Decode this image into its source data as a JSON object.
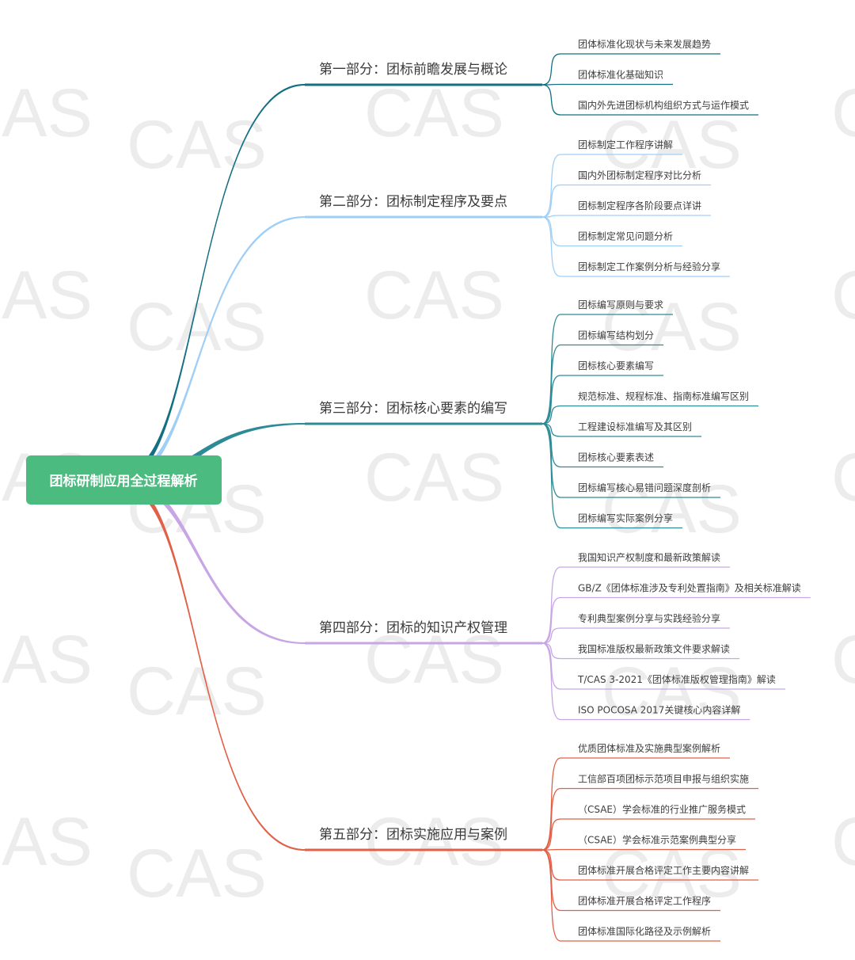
{
  "watermark": "CAS",
  "root": {
    "label": "团标研制应用全过程解析",
    "color": "#4cbb7f"
  },
  "branches": [
    {
      "label": "第一部分：团标前瞻发展与概论",
      "color": "#136f82",
      "leaves": [
        "团体标准化现状与未来发展趋势",
        "团体标准化基础知识",
        "国内外先进团标机构组织方式与运作模式"
      ]
    },
    {
      "label": "第二部分：团标制定程序及要点",
      "color": "#9fcff6",
      "leaves": [
        "团标制定工作程序讲解",
        "国内外团标制定程序对比分析",
        "团标制定程序各阶段要点详讲",
        "团标制定常见问题分析",
        "团标制定工作案例分析与经验分享"
      ]
    },
    {
      "label": "第三部分：团标核心要素的编写",
      "color": "#2e8b96",
      "leaves": [
        "团标编写原则与要求",
        "团标编写结构划分",
        "团标核心要素编写",
        "规范标准、规程标准、指南标准编写区别",
        "工程建设标准编写及其区别",
        "团标核心要素表述",
        "团标编写核心易错问题深度剖析",
        "团标编写实际案例分享"
      ]
    },
    {
      "label": "第四部分：团标的知识产权管理",
      "color": "#c8a6e6",
      "leaves": [
        "我国知识产权制度和最新政策解读",
        "GB/Z《团体标准涉及专利处置指南》及相关标准解读",
        "专利典型案例分享与实践经验分享",
        "我国标准版权最新政策文件要求解读",
        "T/CAS 3-2021《团体标准版权管理指南》解读",
        "ISO POCOSA 2017关键核心内容详解"
      ]
    },
    {
      "label": "第五部分：团标实施应用与案例",
      "color": "#e06048",
      "leaves": [
        "优质团体标准及实施典型案例解析",
        "工信部百项团标示范项目申报与组织实施",
        "（CSAE）学会标准的行业推广服务模式",
        "（CSAE）学会标准示范案例典型分享",
        "团体标准开展合格评定工作主要内容讲解",
        "团体标准开展合格评定工作程序",
        "团体标准国际化路径及示例解析"
      ]
    }
  ]
}
